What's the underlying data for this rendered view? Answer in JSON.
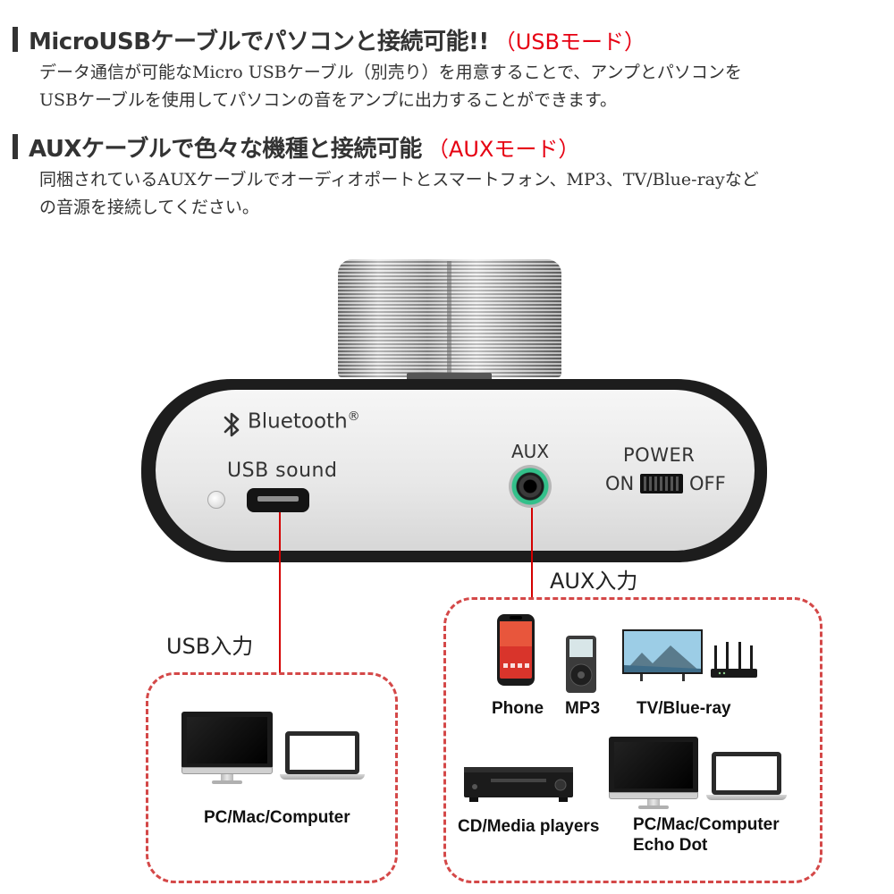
{
  "section1": {
    "heading": "MicroUSBケーブルでパソコンと接続可能!!",
    "mode_label": "（USBモード）",
    "description_lines": [
      "データ通信が可能なMicro USBケーブル（別売り）を用意することで、アンプとパソコンを",
      "USBケーブルを使用してパソコンの音をアンプに出力することができます。"
    ]
  },
  "section2": {
    "heading": "AUXケーブルで色々な機種と接続可能",
    "mode_label": "（AUXモード）",
    "description_lines": [
      "同梱されているAUXケーブルでオーディオポートとスマートフォン、MP3、TV/Blue-rayなど",
      "の音源を接続してください。"
    ]
  },
  "amplifier": {
    "bluetooth_label": "Bluetooth",
    "registered_mark": "®",
    "usb_port_label": "USB sound",
    "aux_port_label": "AUX",
    "power_label": "POWER",
    "on_label": "ON",
    "off_label": "OFF"
  },
  "usb_input": {
    "label": "USB入力",
    "devices": [
      {
        "icon": "desktop-monitor-icon",
        "label": "PC/Mac/Computer"
      }
    ]
  },
  "aux_input": {
    "label": "AUX入力",
    "labels": {
      "phone": "Phone",
      "mp3": "MP3",
      "tv": "TV/Blue-ray",
      "cd": "CD/Media players",
      "pc": "PC/Mac/Computer",
      "echo": "Echo Dot"
    }
  },
  "colors": {
    "accent_red": "#e60012",
    "dashed_border": "#d44848",
    "cable_red": "#d40000",
    "aux_jack_ring": "#33c08a"
  }
}
